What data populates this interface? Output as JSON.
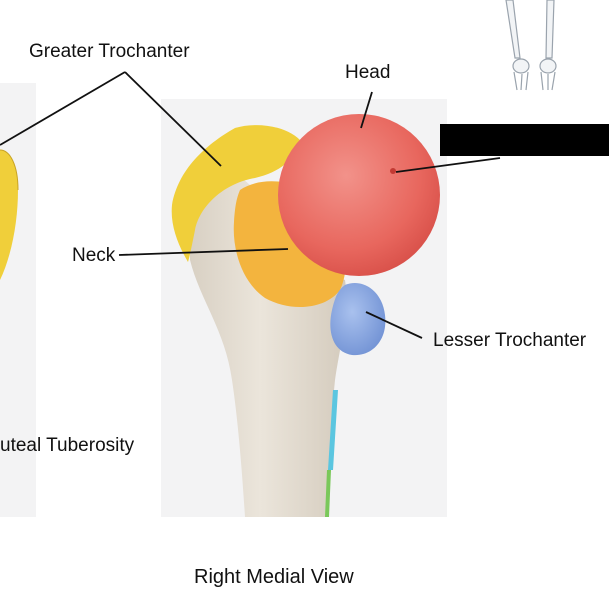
{
  "labels": {
    "greater_trochanter": "Greater Trochanter",
    "head": "Head",
    "neck": "Neck",
    "lesser_trochanter": "Lesser Trochanter",
    "gluteal_tuberosity": "uteal Tuberosity",
    "view_caption": "Right Medial View"
  },
  "colors": {
    "background": "#ffffff",
    "panel": "#f3f3f4",
    "bone": "#e4ddd2",
    "greater_trochanter": "#f0cf3a",
    "neck": "#f3b43e",
    "head": "#e8675e",
    "lesser_trochanter": "#7f9fdc",
    "redaction": "#000000",
    "leader_line": "#111111"
  },
  "icons": {
    "thumbnail": "legs-skeleton-thumbnail-icon"
  }
}
